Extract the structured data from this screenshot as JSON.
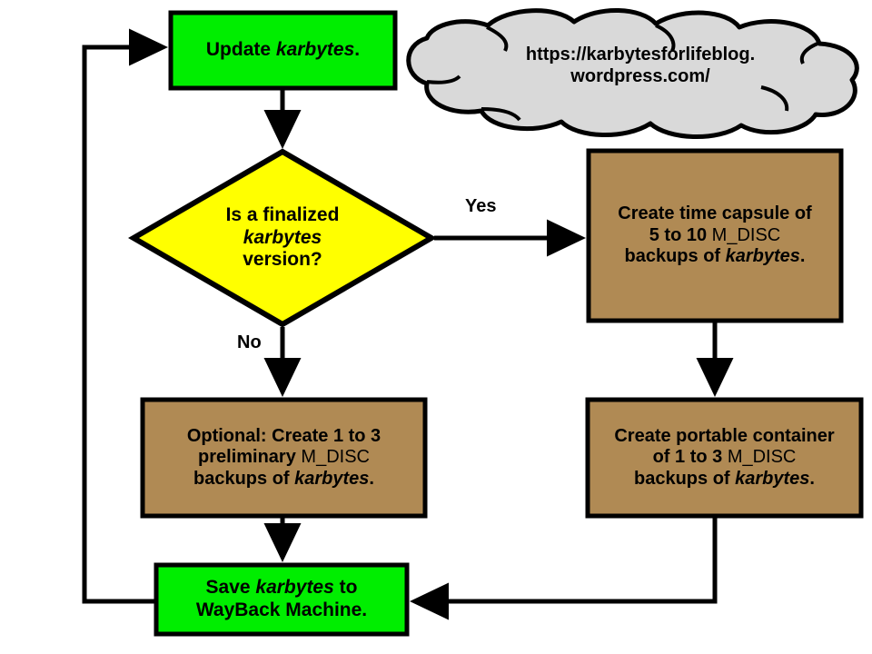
{
  "diagram": {
    "title": "karbytes backup and publication workflow",
    "type": "flowchart",
    "background_color": "#ffffff",
    "stroke_color": "#000000",
    "text_color": "#000000"
  },
  "palette": {
    "green": "#00ee00",
    "yellow": "#ffff00",
    "brown": "#b1norm",
    "brown_fill": "#b0musí",
    "cloud_gray": "#d9d9d9",
    "outline": "#000000"
  },
  "colors": {
    "process_green": "#00ee00",
    "decision_yellow": "#ffff00",
    "process_brown": "#b08a54",
    "cloud_gray": "#d9d9d9",
    "outline_black": "#000000"
  },
  "nodes": {
    "update": {
      "id": "update-karbytes",
      "shape": "rectangle",
      "fill": "#00ee00",
      "lines": [
        [
          {
            "t": "Update ",
            "style": "bold"
          },
          {
            "t": "karbytes",
            "style": "bold-italic"
          },
          {
            "t": ".",
            "style": "bold"
          }
        ]
      ],
      "plain_text": "Update karbytes."
    },
    "decision": {
      "id": "is-finalized-version",
      "shape": "diamond",
      "fill": "#ffff00",
      "lines": [
        [
          {
            "t": "Is a finalized",
            "style": "bold"
          }
        ],
        [
          {
            "t": "karbytes",
            "style": "bold-italic"
          }
        ],
        [
          {
            "t": "version?",
            "style": "bold"
          }
        ]
      ],
      "plain_text": "Is a finalized karbytes version?"
    },
    "time_capsule": {
      "id": "create-time-capsule",
      "shape": "rectangle",
      "fill": "#b08a54",
      "lines": [
        [
          {
            "t": "Create time capsule of",
            "style": "bold"
          }
        ],
        [
          {
            "t": "5 to 10 ",
            "style": "bold"
          },
          {
            "t": "M_DISC",
            "style": "plain"
          }
        ],
        [
          {
            "t": "backups of ",
            "style": "bold"
          },
          {
            "t": "karbytes",
            "style": "bold-italic"
          },
          {
            "t": ".",
            "style": "bold"
          }
        ]
      ],
      "plain_text": "Create time capsule of 5 to 10 M_DISC backups of karbytes."
    },
    "optional_preliminary": {
      "id": "optional-preliminary-backups",
      "shape": "rectangle",
      "fill": "#b08a54",
      "lines": [
        [
          {
            "t": "Optional: Create 1 to 3",
            "style": "bold"
          }
        ],
        [
          {
            "t": "preliminary ",
            "style": "bold"
          },
          {
            "t": "M_DISC",
            "style": "plain"
          }
        ],
        [
          {
            "t": "backups of ",
            "style": "bold"
          },
          {
            "t": "karbytes",
            "style": "bold-italic"
          },
          {
            "t": ".",
            "style": "bold"
          }
        ]
      ],
      "plain_text": "Optional: Create 1 to 3 preliminary M_DISC backups of karbytes."
    },
    "portable_container": {
      "id": "create-portable-container",
      "shape": "rectangle",
      "fill": "#b08a54",
      "lines": [
        [
          {
            "t": "Create portable container",
            "style": "bold"
          }
        ],
        [
          {
            "t": "of 1 to 3 ",
            "style": "bold"
          },
          {
            "t": "M_DISC",
            "style": "plain"
          }
        ],
        [
          {
            "t": "backups of ",
            "style": "bold"
          },
          {
            "t": "karbytes",
            "style": "bold-italic"
          },
          {
            "t": ".",
            "style": "bold"
          }
        ]
      ],
      "plain_text": "Create portable container of 1 to 3 M_DISC backups of karbytes."
    },
    "wayback": {
      "id": "save-to-wayback-machine",
      "shape": "rectangle",
      "fill": "#00ee00",
      "lines": [
        [
          {
            "t": "Save ",
            "style": "bold"
          },
          {
            "t": "karbytes",
            "style": "bold-italic"
          },
          {
            "t": " to",
            "style": "bold"
          }
        ],
        [
          {
            "t": "WayBack Machine.",
            "style": "bold"
          }
        ]
      ],
      "plain_text": "Save karbytes to WayBack Machine."
    },
    "cloud": {
      "id": "blog-url-cloud",
      "shape": "cloud",
      "fill": "#d9d9d9",
      "lines": [
        [
          {
            "t": "https://karbytesforlifeblog.",
            "style": "bold"
          }
        ],
        [
          {
            "t": "wordpress.com/",
            "style": "bold"
          }
        ]
      ],
      "plain_text": "https://karbytesforlifeblog.wordpress.com/"
    }
  },
  "edges": [
    {
      "from": "update",
      "to": "decision",
      "label": ""
    },
    {
      "from": "decision",
      "to": "time_capsule",
      "label": "Yes"
    },
    {
      "from": "decision",
      "to": "optional_preliminary",
      "label": "No"
    },
    {
      "from": "time_capsule",
      "to": "portable_container",
      "label": ""
    },
    {
      "from": "optional_preliminary",
      "to": "wayback",
      "label": ""
    },
    {
      "from": "portable_container",
      "to": "wayback",
      "label": ""
    },
    {
      "from": "wayback",
      "to": "update",
      "label": ""
    }
  ],
  "edge_labels": {
    "yes": "Yes",
    "no": "No"
  }
}
